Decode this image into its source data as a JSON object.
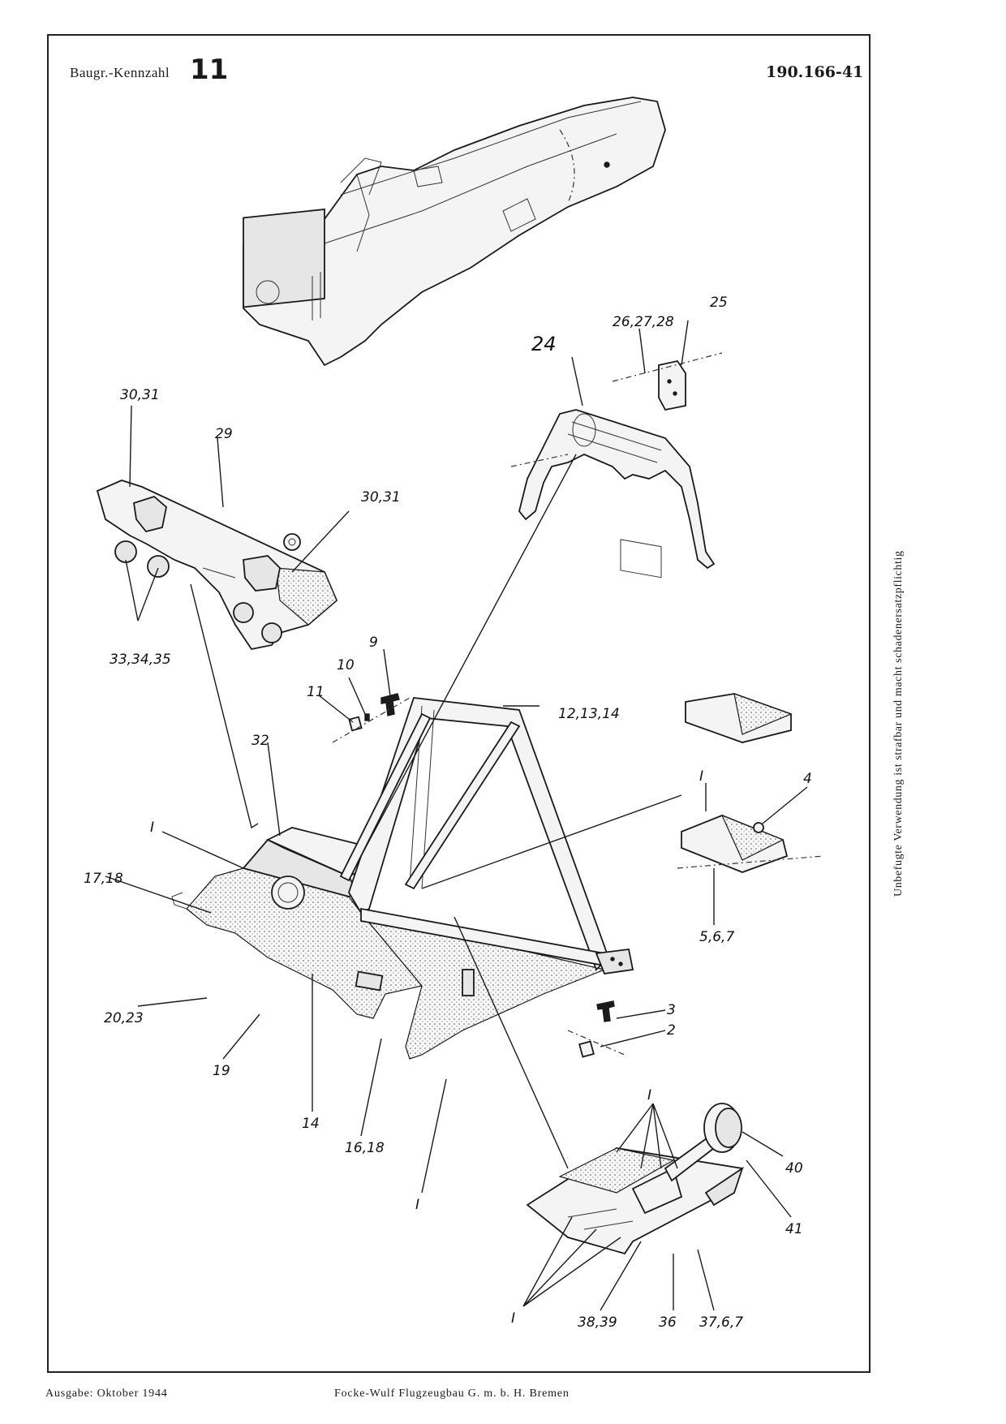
{
  "header": {
    "group_label": "Baugr.-Kennzahl",
    "group_number": "11",
    "document_number": "190.166-41"
  },
  "side_note": "Unbefugte Verwendung ist strafbar und macht schadenersatzpflichtig",
  "footer": {
    "edition": "Ausgabe: Oktober 1944",
    "company": "Focke-Wulf Flugzeugbau G. m. b. H. Bremen"
  },
  "callouts": {
    "c25": "25",
    "c26_28": "26,27,28",
    "c24": "24",
    "c30_31_top": "30,31",
    "c29": "29",
    "c30_31": "30,31",
    "c33_35": "33,34,35",
    "c9": "9",
    "c10": "10",
    "c11": "11",
    "c12_14": "12,13,14",
    "c32": "32",
    "cI_a": "I",
    "c17_18": "17,18",
    "cI_b": "I",
    "c4": "4",
    "c5_7": "5,6,7",
    "c20_23": "20,23",
    "c19": "19",
    "c14": "14",
    "c16_18": "16,18",
    "cI_c": "I",
    "c3": "3",
    "c2": "2",
    "cI_d": "I",
    "c40": "40",
    "c41": "41",
    "cI_e": "I",
    "c38_39": "38,39",
    "c36": "36",
    "c37_6_7": "37,6,7"
  }
}
